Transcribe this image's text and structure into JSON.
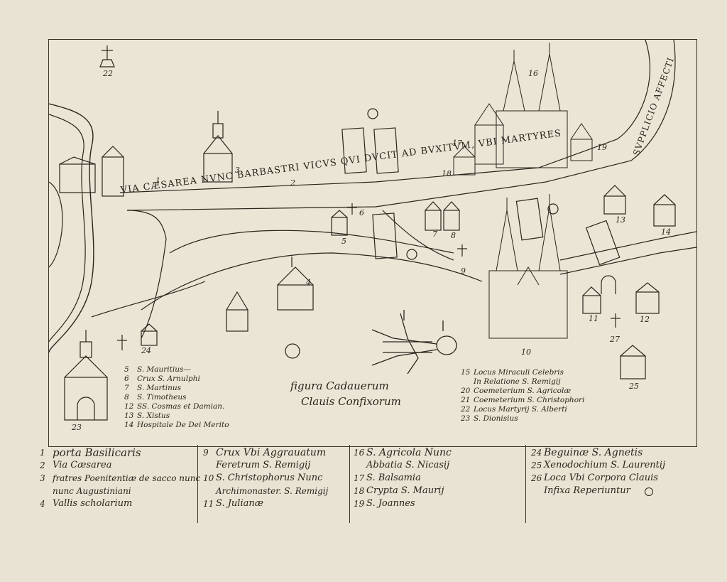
{
  "map": {
    "road_label": "VIA CÆSAREA NVNC BARBASTRI VICVS QVI DVCIT AD BVXITVM, VBI MARTYRES",
    "road_label_2": "SVPPLICIO AFFECTI",
    "figure_caption_line1": "figura Cadauerum",
    "figure_caption_line2": "Clauis Confixorum",
    "numbers": {
      "n1": "1",
      "n2": "2",
      "n3": "3",
      "n4": "4",
      "n5": "5",
      "n6": "6",
      "n7": "7",
      "n8": "8",
      "n9": "9",
      "n10": "10",
      "n11": "11",
      "n12": "12",
      "n13": "13",
      "n14": "14",
      "n16": "16",
      "n17": "17",
      "n18": "18",
      "n19": "19",
      "n22": "22",
      "n24": "24",
      "n25": "25",
      "n23": "23",
      "n27": "27"
    }
  },
  "inset_left": [
    {
      "n": "5",
      "t": "S. Mauritius—"
    },
    {
      "n": "6",
      "t": "Crux S. Arnulphi"
    },
    {
      "n": "7",
      "t": "S. Martinus"
    },
    {
      "n": "8",
      "t": "S. Timotheus"
    },
    {
      "n": "12",
      "t": "SS. Cosmas et Damian."
    },
    {
      "n": "13",
      "t": "S. Xistus"
    },
    {
      "n": "14",
      "t": "Hospitale De Dei Merito"
    }
  ],
  "inset_right": [
    {
      "n": "15",
      "t": "Locus Miraculi Celebris"
    },
    {
      "n": "",
      "t": "In Relatione S. Remigij"
    },
    {
      "n": "20",
      "t": "Coemeterium S. Agricolæ"
    },
    {
      "n": "21",
      "t": "Coemeterium S. Christophori"
    },
    {
      "n": "22",
      "t": "Locus Martyrij S. Alberti"
    },
    {
      "n": "23",
      "t": "S. Dionisius"
    }
  ],
  "legend": {
    "col1": [
      {
        "k": "1",
        "v": "porta Basilicaris"
      },
      {
        "k": "2",
        "v": "Via Cæsarea"
      },
      {
        "k": "3",
        "v": "fratres Poenitentiæ de sacco nunc"
      },
      {
        "k": "",
        "v": "nunc Augustiniani"
      },
      {
        "k": "4",
        "v": "Vallis scholarium"
      }
    ],
    "col2": [
      {
        "k": "9",
        "v": "Crux Vbi Aggrauatum"
      },
      {
        "k": "",
        "v": "Feretrum S. Remigij"
      },
      {
        "k": "10",
        "v": "S. Christophorus Nunc"
      },
      {
        "k": "",
        "v": "Archimonaster. S. Remigij"
      },
      {
        "k": "11",
        "v": "S. Julianæ"
      }
    ],
    "col3": [
      {
        "k": "16",
        "v": "S. Agricola Nunc"
      },
      {
        "k": "",
        "v": "Abbatia S. Nicasij"
      },
      {
        "k": "17",
        "v": "S. Balsamia"
      },
      {
        "k": "18",
        "v": "Crypta S. Maurij"
      },
      {
        "k": "19",
        "v": "S. Joannes"
      }
    ],
    "col4": [
      {
        "k": "24",
        "v": "Beguinæ S. Agnetis"
      },
      {
        "k": "25",
        "v": "Xenodochium S. Laurentij"
      },
      {
        "k": "26",
        "v": "Loca Vbi Corpora Clauis"
      },
      {
        "k": "",
        "v": "Infixa Reperiuntur"
      }
    ]
  },
  "colors": {
    "ink": "#2a241c",
    "paper": "#e9e3d4",
    "plate": "#ebe5d6"
  }
}
